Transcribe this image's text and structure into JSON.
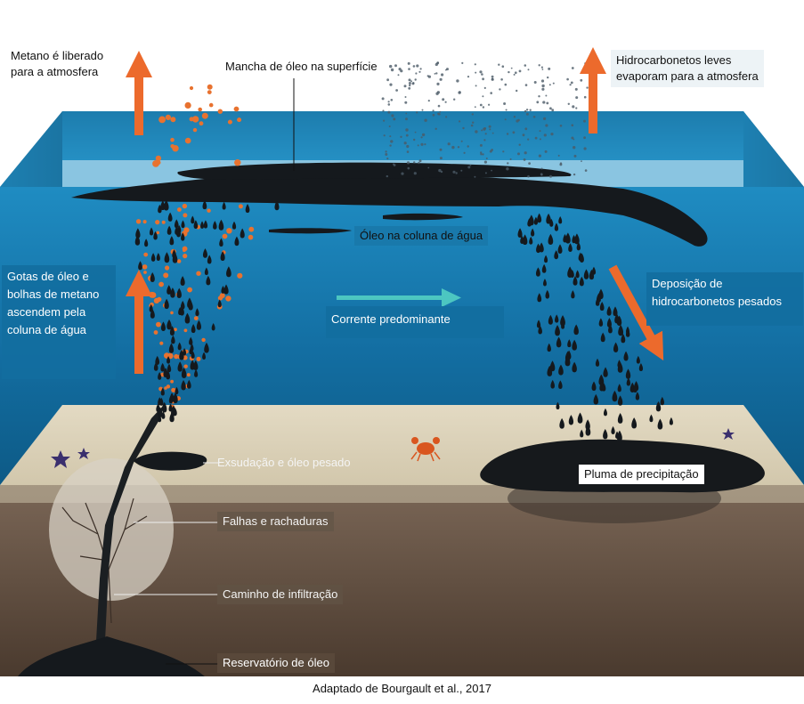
{
  "labels": {
    "metano": "Metano é liberado\npara a atmosfera",
    "mancha": "Mancha de óleo na superfície",
    "hidrocarbonetos_leves": "Hidrocarbonetos leves\nevaporam para a atmosfera",
    "oleo_coluna": "Óleo na coluna de água",
    "gotas": "Gotas de óleo e\nbolhas de metano\nascendem pela\ncoluna de água",
    "corrente": "Corrente predominante",
    "deposicao": "Deposição de\nhidrocarbonetos pesados",
    "exsudacao": "Exsudação e óleo pesado",
    "falhas": "Falhas e rachaduras",
    "caminho": "Caminho de infiltração",
    "pluma": "Pluma de precipitação",
    "reservatorio": "Reservatório de óleo"
  },
  "caption": "Adaptado de Bourgault et al., 2017",
  "colors": {
    "sky": "#ffffff",
    "water_top": "#1c84b8",
    "water_deep": "#0b4f78",
    "oil": "#15191d",
    "methane": "#e8722f",
    "arrow_orange": "#ec6a2c",
    "arrow_teal": "#4cc6c1",
    "sand": "#d9cfb6",
    "soil": "#5c4a3c"
  }
}
